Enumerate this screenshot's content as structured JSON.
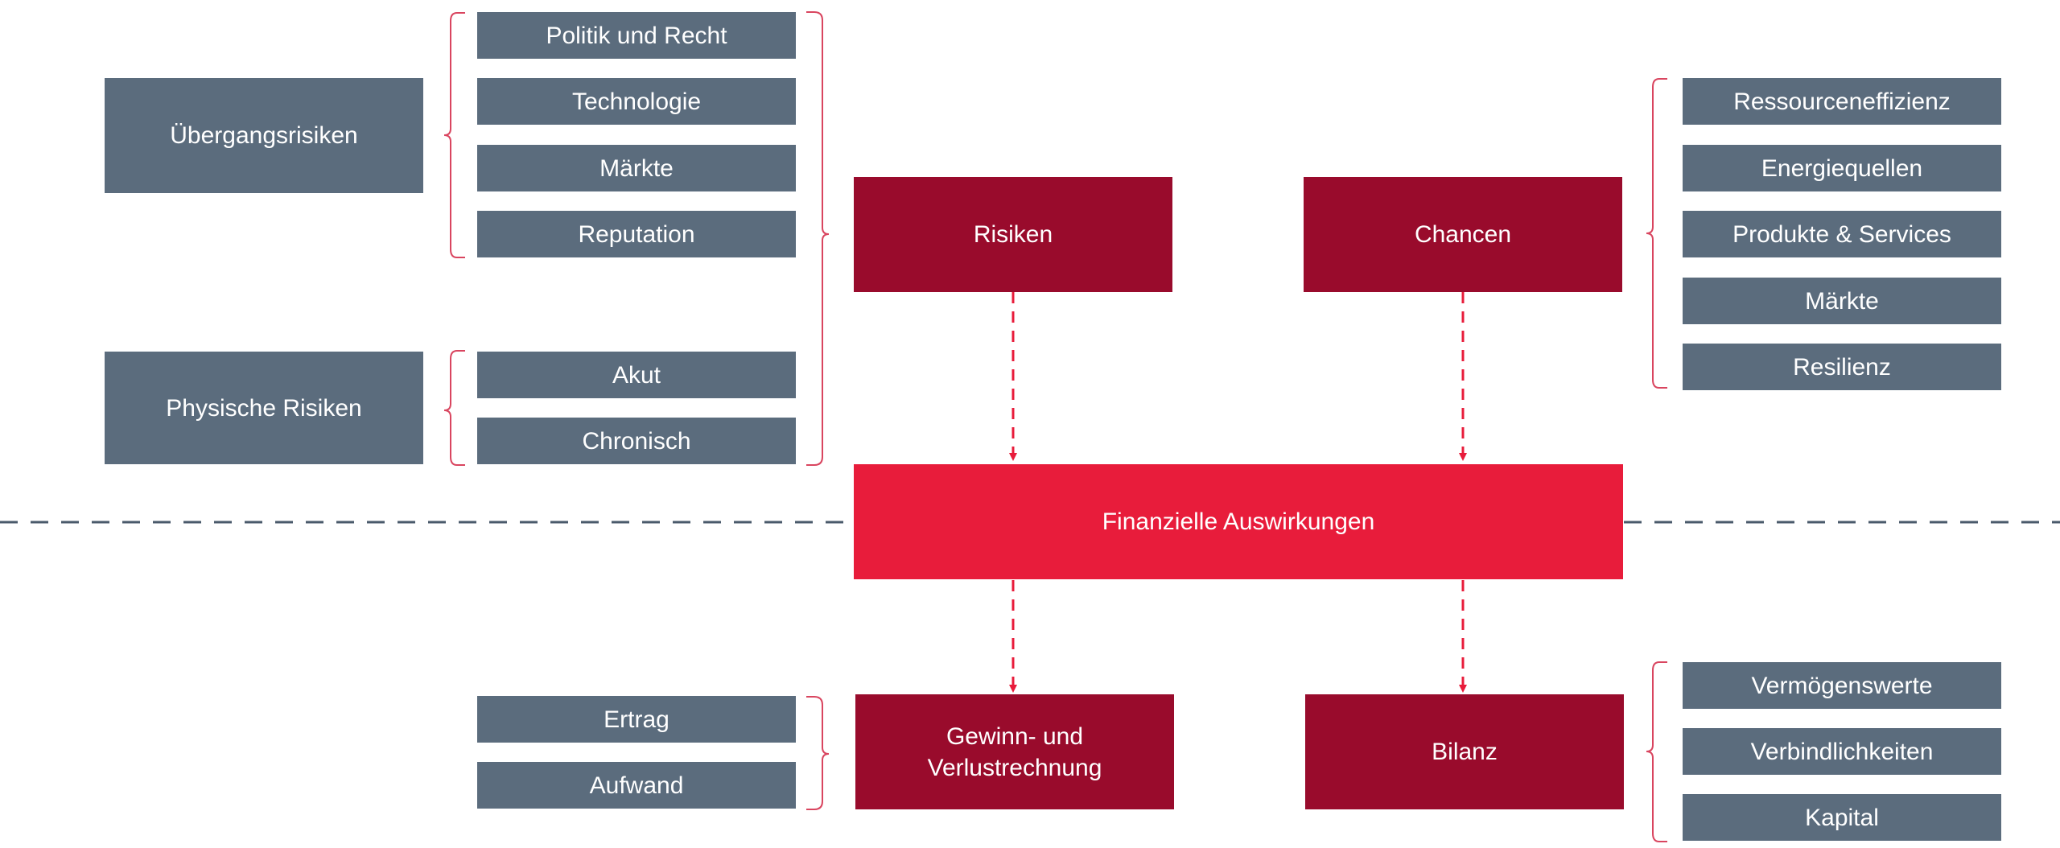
{
  "transition": {
    "label": "Übergangsrisiken",
    "items": [
      "Politik und Recht",
      "Technologie",
      "Märkte",
      "Reputation"
    ]
  },
  "physical": {
    "label": "Physische Risiken",
    "items": [
      "Akut",
      "Chronisch"
    ]
  },
  "risks": {
    "label": "Risiken"
  },
  "opportunities": {
    "label": "Chancen",
    "items": [
      "Ressourceneffizienz",
      "Energiequellen",
      "Produkte & Services",
      "Märkte",
      "Resilienz"
    ]
  },
  "financial": {
    "label": "Finanzielle Auswirkungen"
  },
  "pnl": {
    "label": "Gewinn- und\nVerlustrechnung",
    "items": [
      "Ertrag",
      "Aufwand"
    ]
  },
  "balance": {
    "label": "Bilanz",
    "items": [
      "Vermögenswerte",
      "Verbindlichkeiten",
      "Kapital"
    ]
  },
  "colors": {
    "grey_box": "#5b6c7d",
    "dark_red": "#990b2c",
    "bright_red": "#e81c3b",
    "bracket": "#d9455f",
    "divider": "#4a5a6b"
  }
}
